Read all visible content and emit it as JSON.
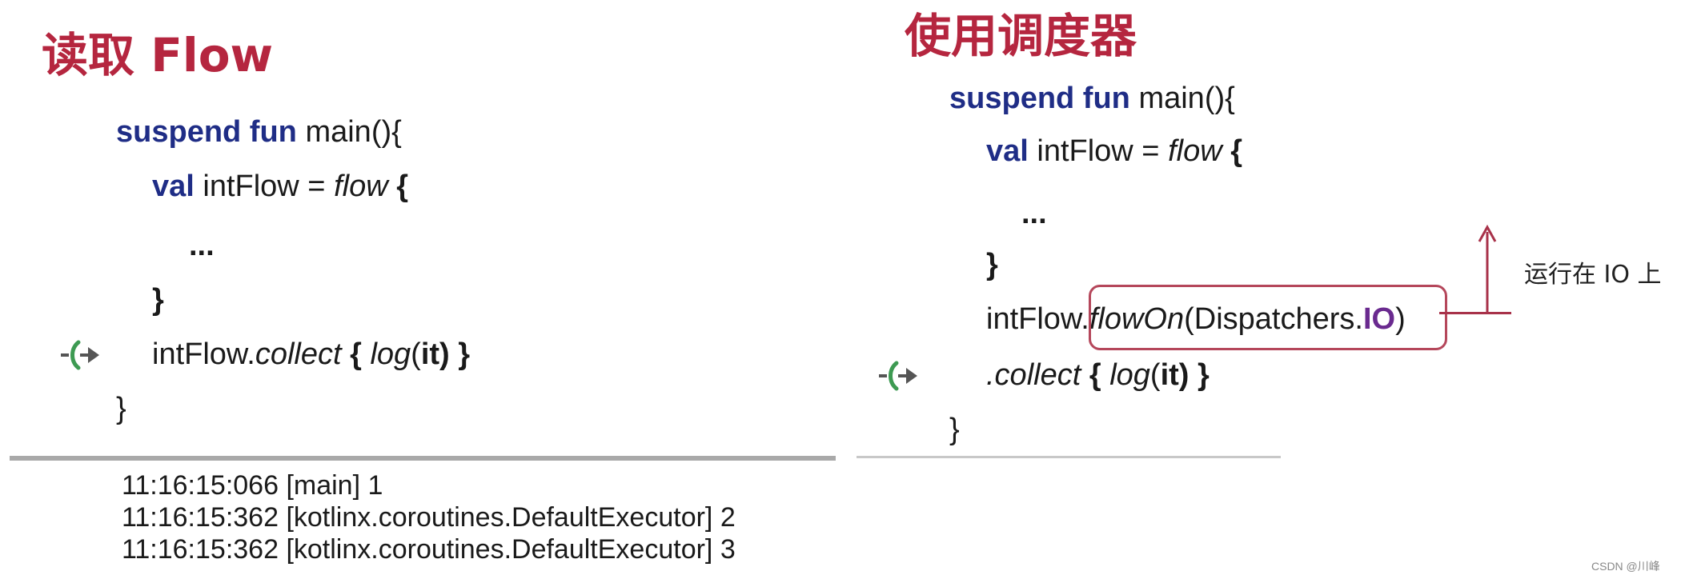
{
  "left": {
    "title": "读取 Flow",
    "code": {
      "l1_kw": "suspend fun",
      "l1_rest": " main(){",
      "l2_kw": "val",
      "l2_mid": " intFlow = ",
      "l2_it": "flow",
      "l2_brace": " {",
      "l3": "...",
      "l4": "}",
      "l5_a": "intFlow.",
      "l5_collect": "collect",
      "l5_b": " { ",
      "l5_log": "log",
      "l5_c": "(",
      "l5_it": "it",
      "l5_d": ") }",
      "l6": "}"
    },
    "log_lines": [
      "11:16:15:066 [main] 1",
      "11:16:15:362 [kotlinx.coroutines.DefaultExecutor] 2",
      "11:16:15:362 [kotlinx.coroutines.DefaultExecutor] 3"
    ]
  },
  "right": {
    "title": "使用调度器",
    "code": {
      "l1_kw": "suspend fun",
      "l1_rest": " main(){",
      "l2_kw": "val",
      "l2_mid": " intFlow = ",
      "l2_it": "flow",
      "l2_brace": " {",
      "l3": "...",
      "l4": "}",
      "l5_a": "intFlow.",
      "l5_flowon": "flowOn",
      "l5_b": "(Dispatchers.",
      "l5_io": "IO",
      "l5_c": ")",
      "l6_collect": ".collect",
      "l6_b": " { ",
      "l6_log": "log",
      "l6_c": "(",
      "l6_it": "it",
      "l6_d": ") }",
      "l7": "}"
    },
    "annotation": "运行在 IO 上"
  },
  "credit": "CSDN @川峰",
  "colors": {
    "title": "#b5263f",
    "keyword": "#1f2d86",
    "dispatcher": "#6a2a8f",
    "box": "#b5475b",
    "arrow": "#a8324a"
  },
  "icons": {
    "gutter": "suspend-call-icon"
  }
}
